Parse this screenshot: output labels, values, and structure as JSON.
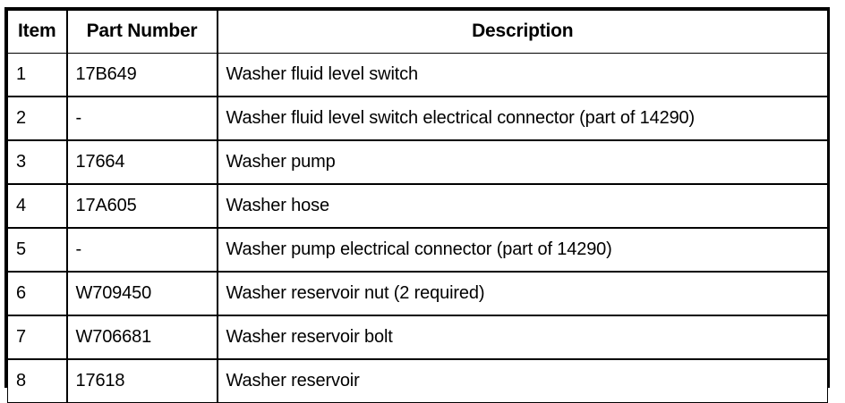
{
  "table": {
    "name": "washer-system-parts-table",
    "border_color": "#000000",
    "background_color": "#ffffff",
    "text_color": "#000000",
    "columns": [
      {
        "key": "item",
        "header": "Item"
      },
      {
        "key": "part_number",
        "header": "Part Number"
      },
      {
        "key": "description",
        "header": "Description"
      }
    ],
    "rows": [
      {
        "item": "1",
        "part_number": "17B649",
        "description": "Washer fluid level switch"
      },
      {
        "item": "2",
        "part_number": "-",
        "description": "Washer fluid level switch electrical connector (part of 14290)"
      },
      {
        "item": "3",
        "part_number": "17664",
        "description": "Washer pump"
      },
      {
        "item": "4",
        "part_number": "17A605",
        "description": "Washer hose"
      },
      {
        "item": "5",
        "part_number": "-",
        "description": "Washer pump electrical connector (part of 14290)"
      },
      {
        "item": "6",
        "part_number": "W709450",
        "description": "Washer reservoir nut (2 required)"
      },
      {
        "item": "7",
        "part_number": "W706681",
        "description": "Washer reservoir bolt"
      },
      {
        "item": "8",
        "part_number": "17618",
        "description": "Washer reservoir"
      }
    ]
  }
}
